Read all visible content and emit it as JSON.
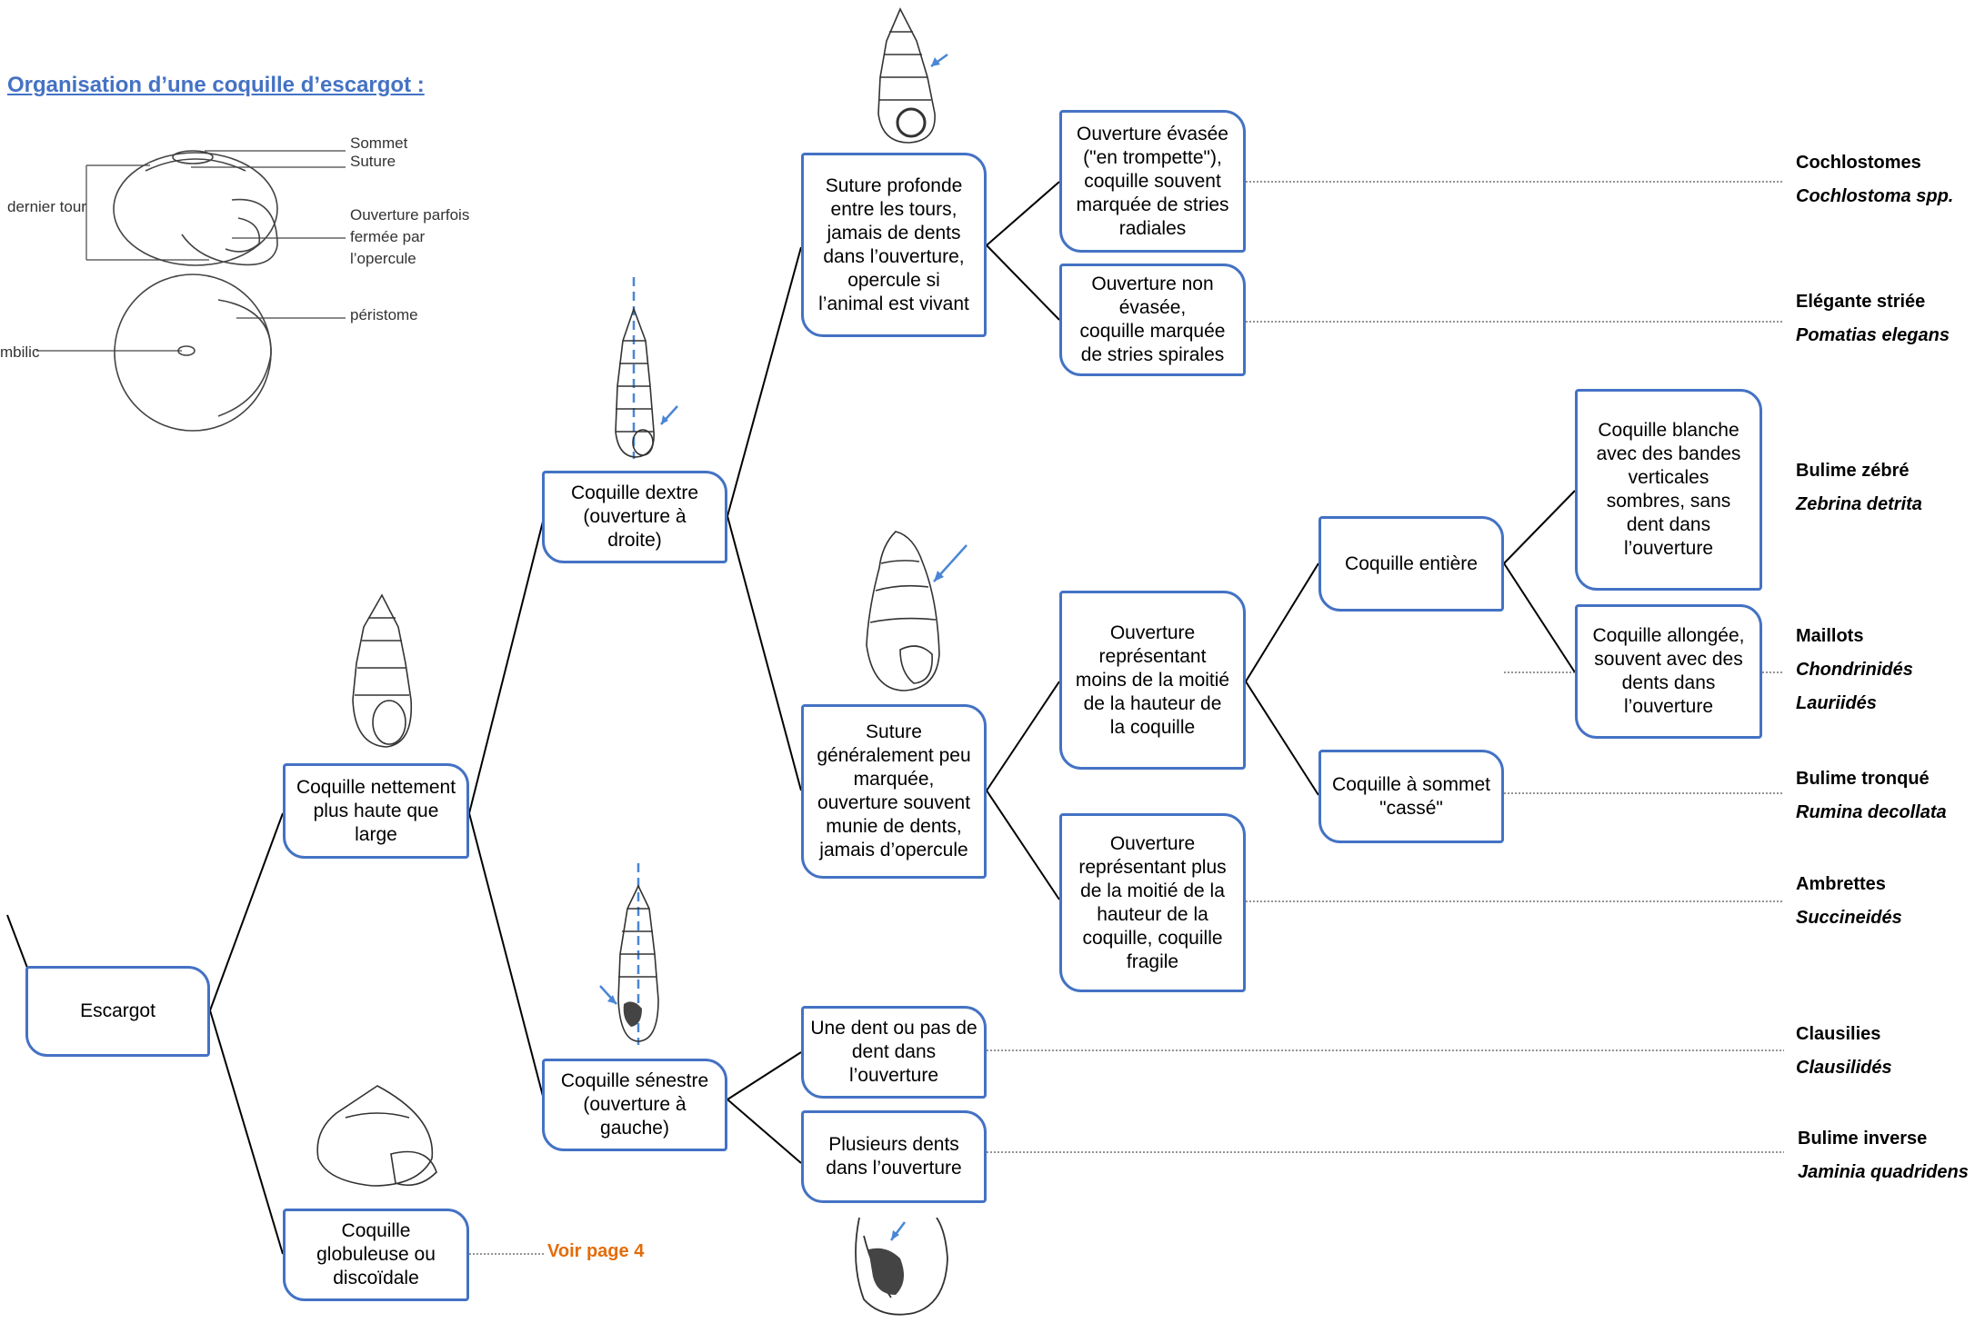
{
  "diagram": {
    "title": "Organisation d’une coquille d’escargot :",
    "anatomy_labels": {
      "sommet": "Sommet",
      "suture": "Suture",
      "dernier_tour": "dernier tour",
      "ouverture": "Ouverture parfois\nfermée par\nl’opercule",
      "peristome": "péristome",
      "ombilic": "mbilic"
    },
    "nodes": {
      "escargot": "Escargot",
      "haute": "Coquille nettement\nplus haute que\nlarge",
      "globuleuse": "Coquille\nglobuleuse ou\ndiscoïdale",
      "dextre": "Coquille dextre\n(ouverture à\ndroite)",
      "senestre": "Coquille sénestre\n(ouverture à\ngauche)",
      "suture_profonde": "Suture profonde\nentre les tours,\njamais de dents\ndans l’ouverture,\nopercule si\nl’animal est vivant",
      "suture_peu": "Suture\ngénéralement peu\nmarquée,\nouverture souvent\nmunie de dents,\njamais d’opercule",
      "une_dent": "Une dent ou pas de\ndent dans\nl’ouverture",
      "plusieurs_dents": "Plusieurs dents\ndans l’ouverture",
      "evasee": "Ouverture évasée\n(\"en trompette\"),\ncoquille souvent\nmarquée de stries\nradiales",
      "non_evasee": "Ouverture non\névasée,\ncoquille marquée\nde stries spirales",
      "moins_moitie": "Ouverture\nreprésentant\nmoins de la moitié\nde la hauteur de\nla coquille",
      "plus_moitie": "Ouverture\nreprésentant plus\nde la moitié de la\nhauteur de la\ncoquille, coquille\nfragile",
      "entiere": "Coquille entière",
      "sommet_casse": "Coquille à sommet\n\"cassé\"",
      "blanche": "Coquille blanche\navec des bandes\nverticales\nsombres, sans\ndent dans\nl’ouverture",
      "allongee": "Coquille allongée,\nsouvent avec des\ndents dans\nl’ouverture"
    },
    "voir_page": "Voir page 4",
    "results": [
      {
        "common": "Cochlostomes",
        "species": [
          "Cochlostoma spp."
        ]
      },
      {
        "common": "Elégante striée",
        "species": [
          "Pomatias elegans"
        ]
      },
      {
        "common": "Bulime zébré",
        "species": [
          "Zebrina detrita"
        ]
      },
      {
        "common": "Maillots",
        "species": [
          "Chondrinidés",
          "Lauriidés"
        ]
      },
      {
        "common": "Bulime tronqué",
        "species": [
          "Rumina decollata"
        ]
      },
      {
        "common": "Ambrettes",
        "species": [
          "Succineidés"
        ]
      },
      {
        "common": "Clausilies",
        "species": [
          "Clausilidés"
        ]
      },
      {
        "common": "Bulime inverse",
        "species": [
          "Jaminia quadridens"
        ]
      }
    ],
    "colors": {
      "box_border": "#4472c4",
      "title": "#4472c4",
      "voir": "#e36c09",
      "arrow": "#4a86d6"
    }
  }
}
